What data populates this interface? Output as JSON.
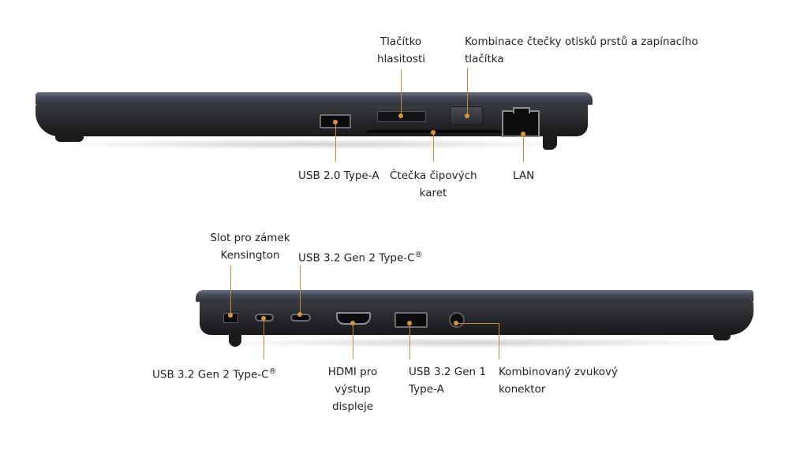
{
  "top_view": {
    "labels": {
      "volume_button": [
        "Tlačítko",
        "hlasitosti"
      ],
      "fingerprint_power": [
        "Kombinace čtečky otisků prstů a zapínacího",
        "tlačítka"
      ],
      "usb_a": "USB 2.0 Type-A",
      "smart_card": [
        "Čtečka čipových",
        "karet"
      ],
      "lan": "LAN"
    }
  },
  "bottom_view": {
    "labels": {
      "kensington": [
        "Slot pro zámek",
        "Kensington"
      ],
      "usb_c_top": "USB 3.2 Gen 2 Type-C",
      "usb_c_bottom": "USB 3.2 Gen 2 Type-C",
      "registered": "®",
      "hdmi": [
        "HDMI pro",
        "výstup",
        "displeje"
      ],
      "usb_a": [
        "USB 3.2 Gen 1",
        "Type-A"
      ],
      "audio": [
        "Kombinovaný zvukový",
        "konektor"
      ]
    }
  },
  "colors": {
    "leader": "#c8872f",
    "lid": "#4a5060",
    "body": "#252629"
  }
}
